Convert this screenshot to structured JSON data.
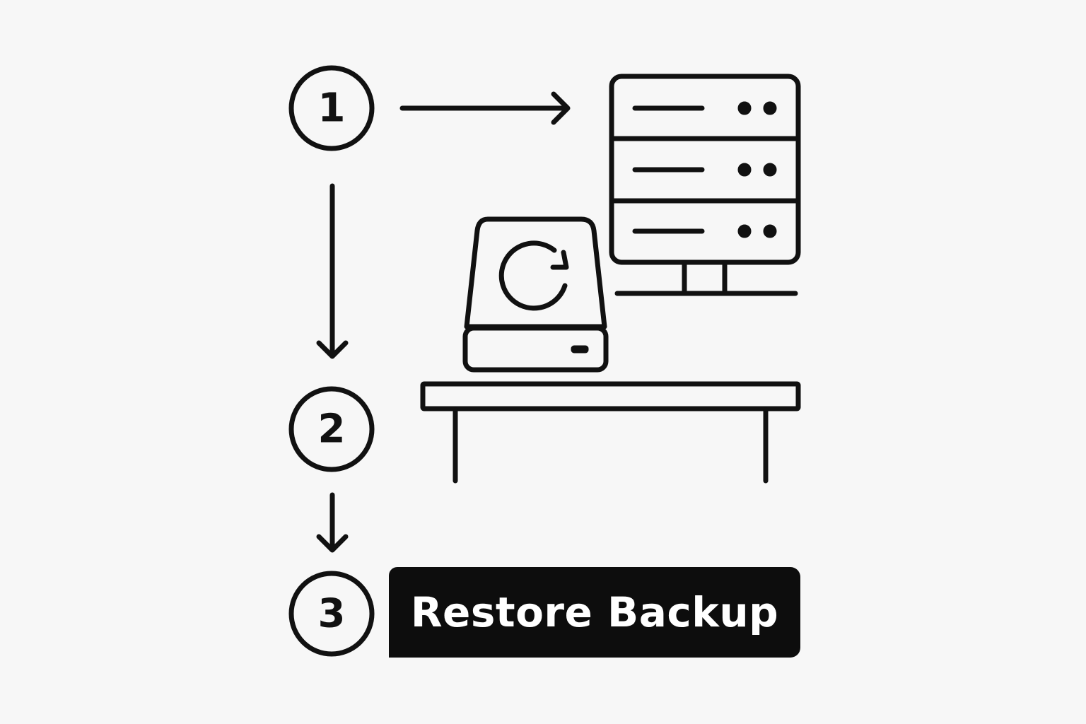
{
  "colors": {
    "background": "#f7f7f7",
    "stroke": "#111111",
    "button_background": "#0d0d0d",
    "button_text": "#ffffff"
  },
  "steps": [
    {
      "number": "1"
    },
    {
      "number": "2"
    },
    {
      "number": "3"
    }
  ],
  "icons": {
    "server": "server-rack-icon",
    "drive": "backup-drive-icon",
    "refresh": "refresh-icon",
    "table": "table-icon"
  },
  "button": {
    "label": "Restore Backup"
  }
}
